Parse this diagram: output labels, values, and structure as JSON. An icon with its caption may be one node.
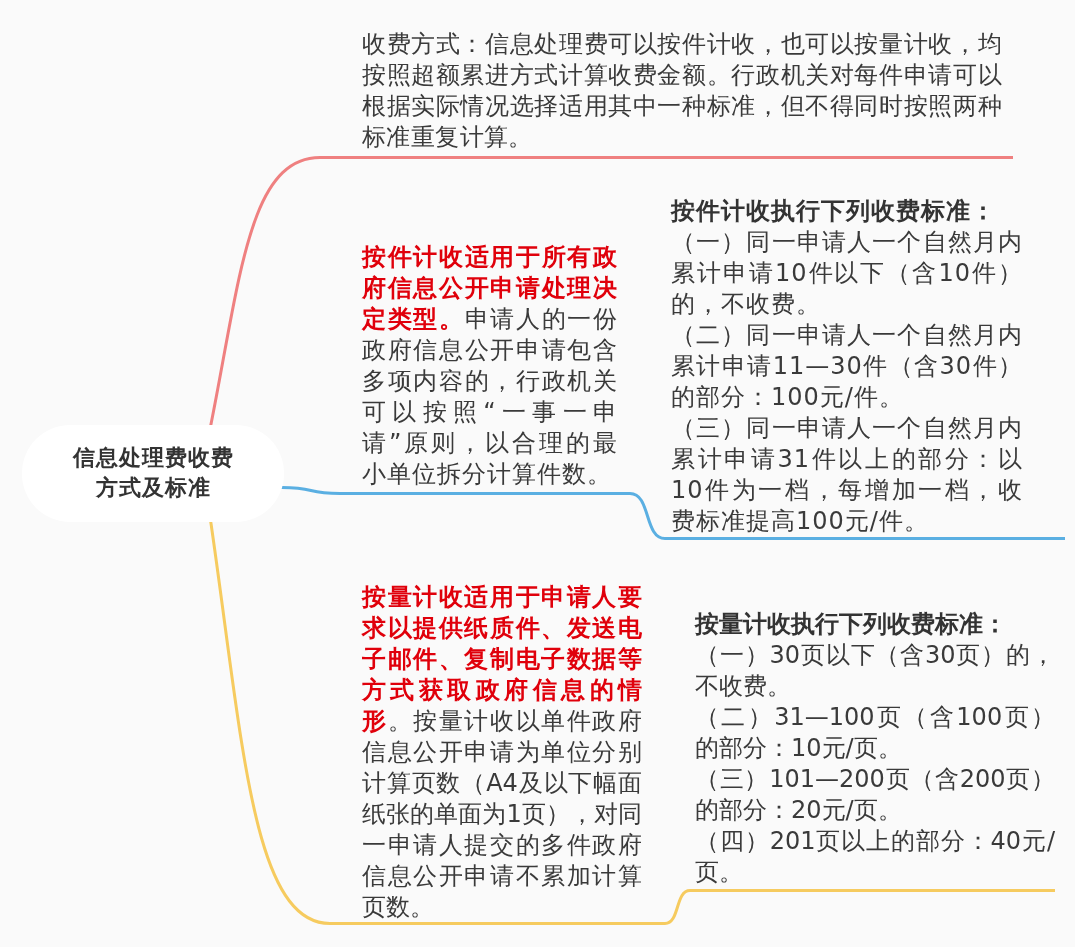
{
  "diagram": {
    "nodes": [
      {
        "text": [
          "信息处理费收费方式及标准"
        ]
      },
      {
        "text": [
          "收费方式：信息处理费可以按件计收，也可以按量计收，均按照超额累进方式计算收费金额。行政机关对每件申请可以根据实际情况选择适用其中一种标准，但不得同时按照两种标准重复计算。"
        ]
      },
      {
        "text": [
          "**按件计收适用于所有政府信息公开申请处理决定类型。**申请人的一份政府信息公开申请包含多项内容的，行政机关可以按照“一事一申请”原则，以合理的最小单位拆分计算件数。"
        ]
      },
      {
        "text": [
          "按件计收执行下列收费标准：",
          "（一）同一申请人一个自然月内累计申请10件以下（含10件）的，不收费。",
          "（二）同一申请人一个自然月内累计申请11—30件（含30件）的部分：100元/件。",
          "（三）同一申请人一个自然月内累计申请31件以上的部分：以10件为一档，每增加一档，收费标准提高100元/件。"
        ]
      },
      {
        "text": [
          "**按量计收适用于申请人要求以提供纸质件、发送电子邮件、复制电子数据等方式获取政府信息的情形**。按量计收以单件政府信息公开申请为单位分别计算页数（A4及以下幅面纸张的单面为1页），对同一申请人提交的多件政府信息公开申请不累加计算页数。"
        ]
      },
      {
        "text": [
          "按量计收执行下列收费标准：",
          "（一）30页以下（含30页）的，不收费。",
          "（二）31—100页（含100页）的部分：10元/页。",
          "（三）101—200页（含200页）的部分：20元/页。",
          "（四）201页以上的部分：40元/页。"
        ]
      }
    ],
    "edges": [
      {
        "from": 0,
        "to": 1,
        "arrow": "none",
        "color": "#ef8080"
      },
      {
        "from": 0,
        "to": 2,
        "arrow": "none",
        "color": "#5aafe2"
      },
      {
        "from": 2,
        "to": 3,
        "arrow": "none",
        "color": "#5aafe2"
      },
      {
        "from": 0,
        "to": 4,
        "arrow": "none",
        "color": "#f6cb5f"
      },
      {
        "from": 4,
        "to": 5,
        "arrow": "none",
        "color": "#f6cb5f"
      }
    ]
  }
}
